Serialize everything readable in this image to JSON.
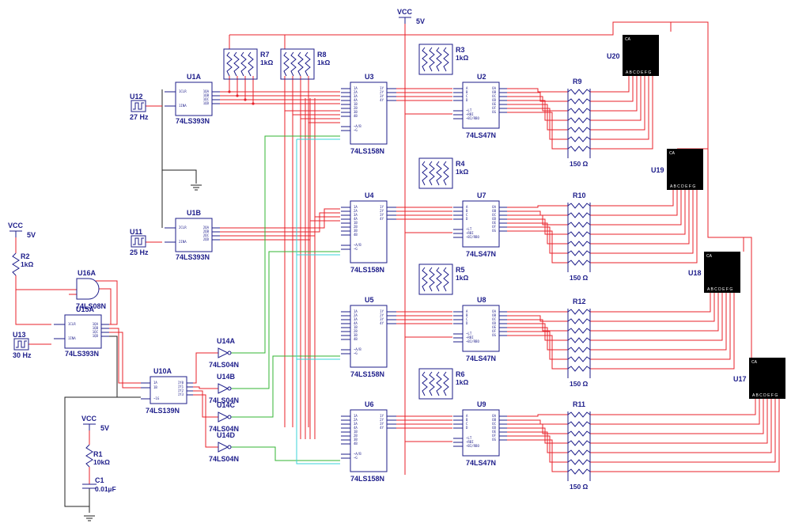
{
  "colors": {
    "wire": "#e8212a",
    "component": "#1d1d8a",
    "gnd": "#222222",
    "wire_green": "#33b533",
    "wire_cyan": "#3ad3d8",
    "display_body": "#000000"
  },
  "power": [
    {
      "id": "vcc_top",
      "label": "VCC",
      "value": "5V"
    },
    {
      "id": "vcc_left",
      "label": "VCC",
      "value": "5V"
    },
    {
      "id": "vcc_bottom",
      "label": "VCC",
      "value": "5V"
    }
  ],
  "clocks": [
    {
      "id": "U12",
      "freq": "27 Hz"
    },
    {
      "id": "U11",
      "freq": "25 Hz"
    },
    {
      "id": "U13",
      "freq": "30 Hz"
    }
  ],
  "counters": [
    {
      "id": "U1A",
      "part": "74LS393N",
      "pins_left": [
        "1CLR",
        "1INA"
      ],
      "pins_right": [
        "1QA",
        "1QB",
        "1QC",
        "1QD"
      ]
    },
    {
      "id": "U1B",
      "part": "74LS393N",
      "pins_left": [
        "2CLR",
        "2INA"
      ],
      "pins_right": [
        "2QA",
        "2QB",
        "2QC",
        "2QD"
      ]
    },
    {
      "id": "U15A",
      "part": "74LS393N",
      "pins_left": [
        "1CLR",
        "1INA"
      ],
      "pins_right": [
        "1QA",
        "1QB",
        "1QC",
        "1QD"
      ]
    }
  ],
  "gate_and": {
    "id": "U16A",
    "part": "74LS08N"
  },
  "decoder": {
    "id": "U10A",
    "part": "74LS139N",
    "pins_left": [
      "1A",
      "1B",
      "~1G"
    ],
    "pins_right": [
      "1Y0",
      "1Y1",
      "1Y2",
      "1Y3"
    ]
  },
  "inverters": [
    {
      "id": "U14A",
      "part": "74LS04N"
    },
    {
      "id": "U14B",
      "part": "74LS04N"
    },
    {
      "id": "U14C",
      "part": "74LS04N"
    },
    {
      "id": "U14D",
      "part": "74LS04N"
    }
  ],
  "muxes": [
    {
      "id": "U3",
      "part": "74LS158N"
    },
    {
      "id": "U4",
      "part": "74LS158N"
    },
    {
      "id": "U5",
      "part": "74LS158N"
    },
    {
      "id": "U6",
      "part": "74LS158N"
    }
  ],
  "mux_pins_left": [
    "1A",
    "2A",
    "3A",
    "4A",
    "1B",
    "2B",
    "3B",
    "4B",
    "~A/B",
    "~G"
  ],
  "mux_pins_right": [
    "1Y",
    "2Y",
    "3Y",
    "4Y"
  ],
  "drivers": [
    {
      "id": "U2",
      "part": "74LS47N"
    },
    {
      "id": "U7",
      "part": "74LS47N"
    },
    {
      "id": "U8",
      "part": "74LS47N"
    },
    {
      "id": "U9",
      "part": "74LS47N"
    }
  ],
  "driver_pins_left": [
    "A",
    "B",
    "C",
    "D",
    "~LT",
    "~RBI",
    "~BI/RBO"
  ],
  "driver_pins_right": [
    "OA",
    "OB",
    "OC",
    "OD",
    "OE",
    "OF",
    "OG"
  ],
  "pullup_packs": [
    {
      "id": "R7",
      "value": "1kΩ"
    },
    {
      "id": "R8",
      "value": "1kΩ"
    },
    {
      "id": "R3",
      "value": "1kΩ"
    },
    {
      "id": "R4",
      "value": "1kΩ"
    },
    {
      "id": "R5",
      "value": "1kΩ"
    },
    {
      "id": "R6",
      "value": "1kΩ"
    }
  ],
  "segment_resistors": [
    {
      "id": "R9",
      "value": "150 Ω"
    },
    {
      "id": "R10",
      "value": "150 Ω"
    },
    {
      "id": "R12",
      "value": "150 Ω"
    },
    {
      "id": "R11",
      "value": "150 Ω"
    }
  ],
  "displays": [
    {
      "id": "U20",
      "common": "CA",
      "segments": "A B C D E F G"
    },
    {
      "id": "U19",
      "common": "CA",
      "segments": "A B C D E F G"
    },
    {
      "id": "U18",
      "common": "CA",
      "segments": "A B C D E F G"
    },
    {
      "id": "U17",
      "common": "CA",
      "segments": "A B C D E F G"
    }
  ],
  "passives": [
    {
      "id": "R2",
      "value": "1kΩ"
    },
    {
      "id": "R1",
      "value": "10kΩ"
    },
    {
      "id": "C1",
      "value": "0.01µF"
    }
  ]
}
